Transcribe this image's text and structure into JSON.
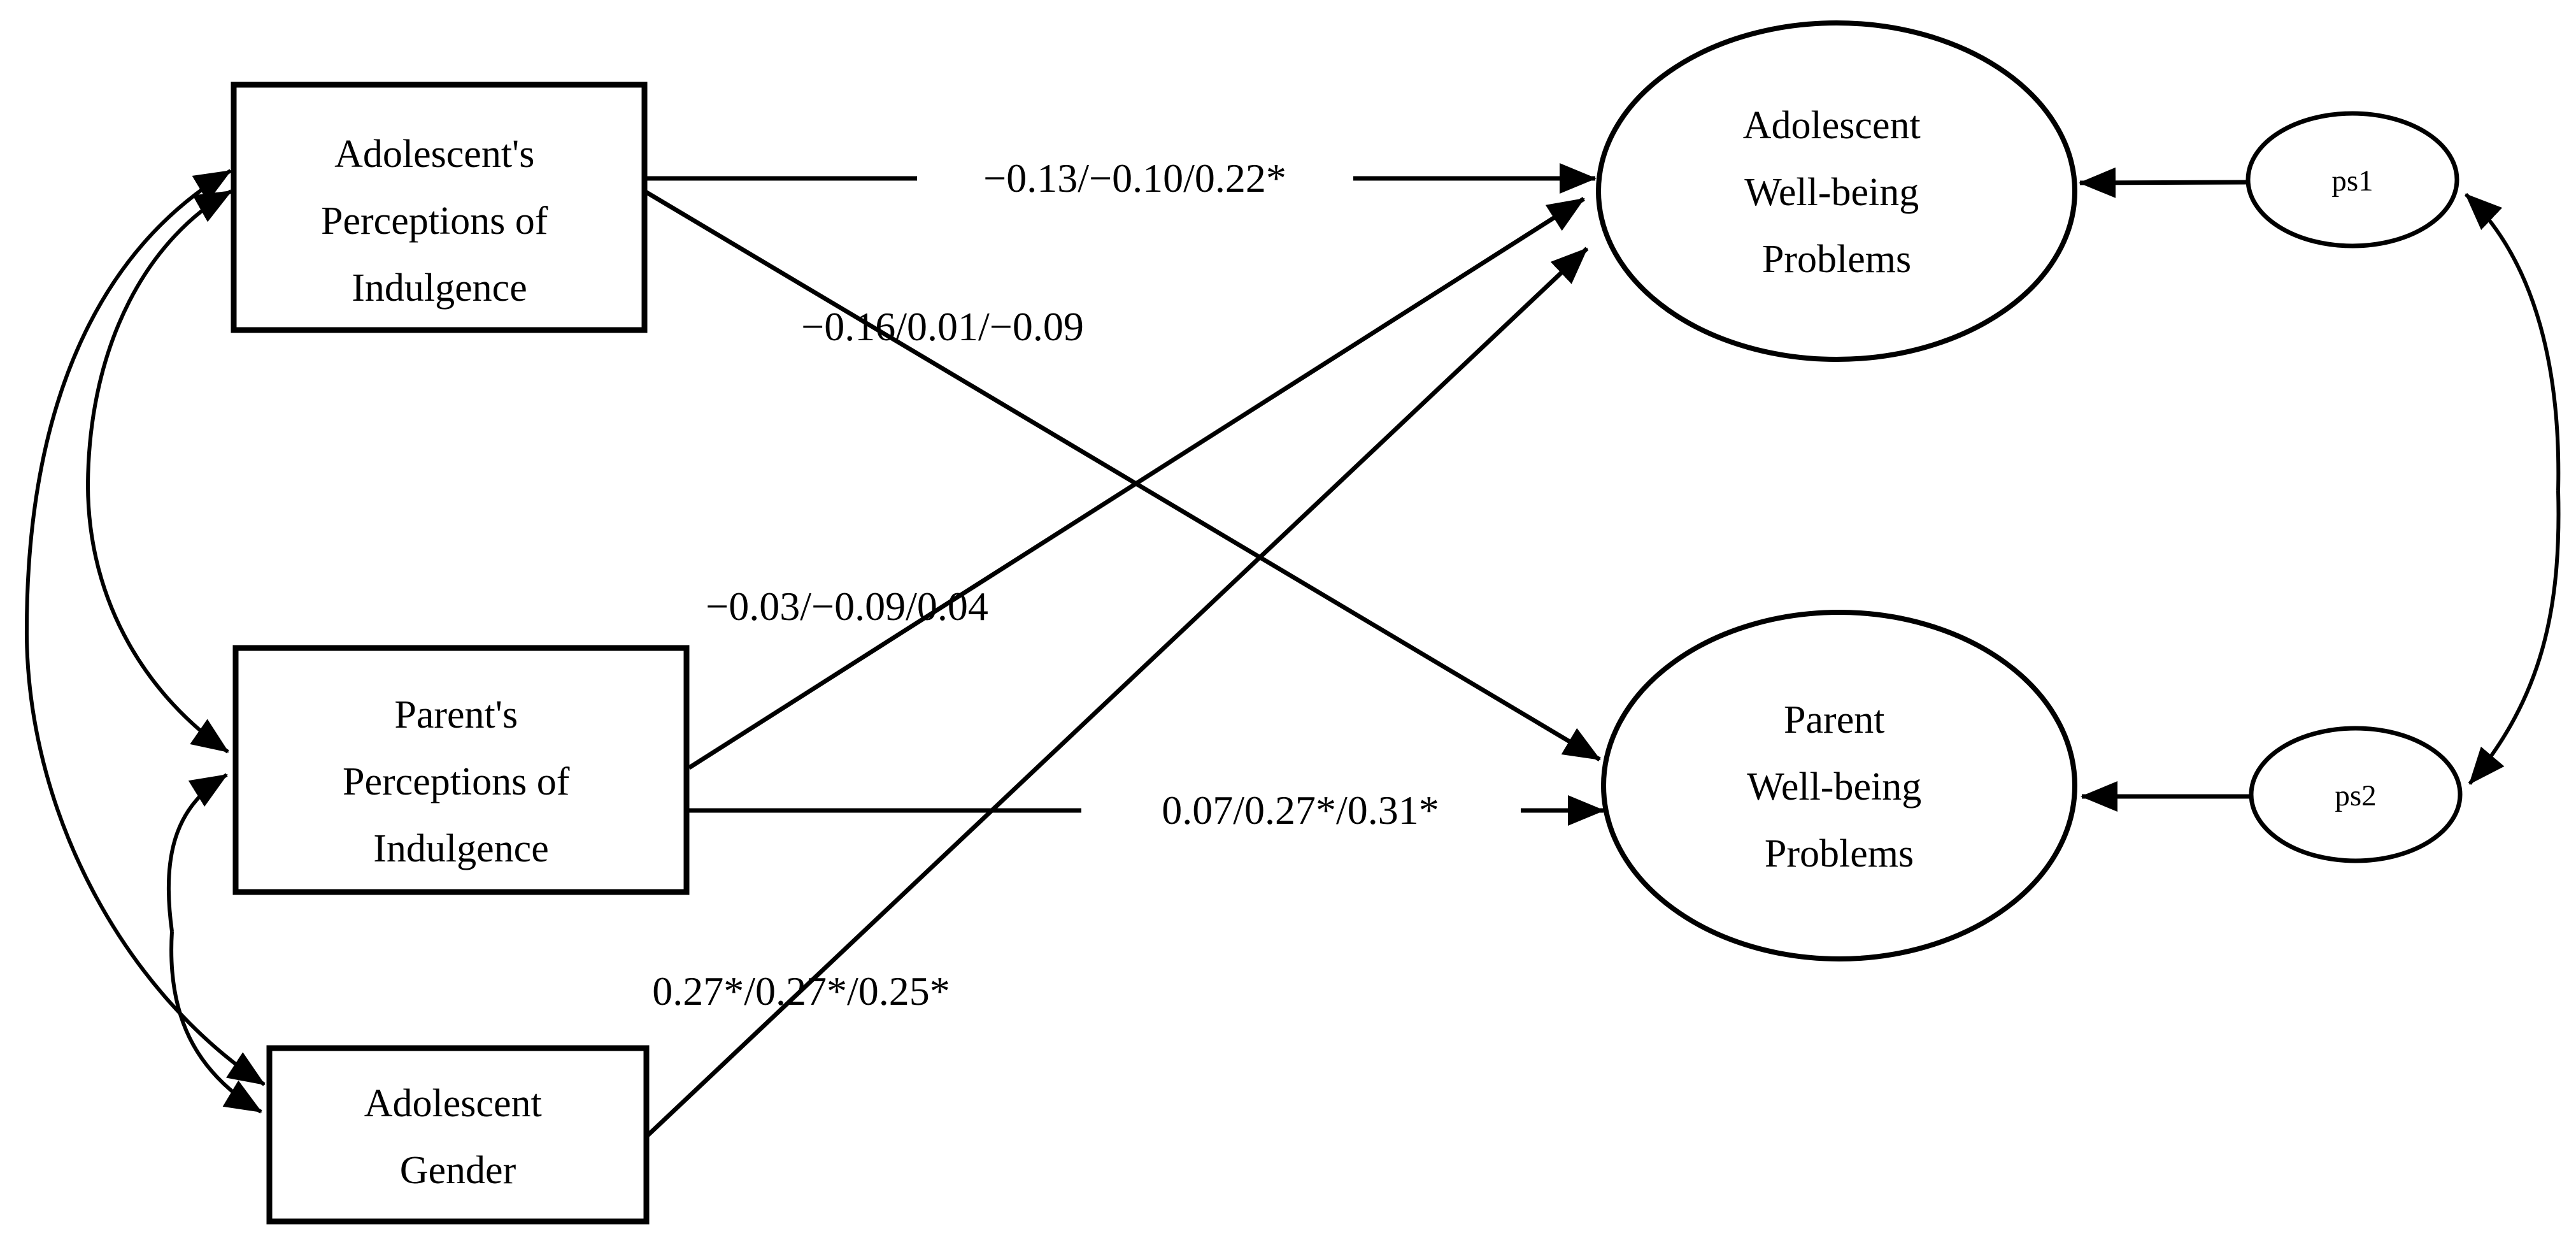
{
  "figure": {
    "type": "sem-path-diagram",
    "background_color": "#ffffff",
    "line_color": "#000000",
    "observed_variables": [
      {
        "id": "adolescent-perceptions-of-indulgence",
        "lines": [
          "Adolescent's",
          "Perceptions of",
          "Indulgence"
        ]
      },
      {
        "id": "parent-perceptions-of-indulgence",
        "lines": [
          "Parent's",
          "Perceptions of",
          "Indulgence"
        ]
      },
      {
        "id": "adolescent-gender",
        "lines": [
          "Adolescent",
          "Gender"
        ]
      }
    ],
    "latent_variables": [
      {
        "id": "adolescent-wellbeing-problems",
        "lines": [
          "Adolescent",
          "Well-being",
          "Problems"
        ]
      },
      {
        "id": "parent-wellbeing-problems",
        "lines": [
          "Parent",
          "Well-being",
          "Problems"
        ]
      }
    ],
    "residual_terms": [
      {
        "id": "ps1",
        "label": "ps1"
      },
      {
        "id": "ps2",
        "label": "ps2"
      }
    ],
    "structural_paths": [
      {
        "from": "adolescent-perceptions-of-indulgence",
        "to": "adolescent-wellbeing-problems",
        "label": "−0.13/−0.10/0.22*"
      },
      {
        "from": "adolescent-perceptions-of-indulgence",
        "to": "parent-wellbeing-problems",
        "label": "−0.16/0.01/−0.09"
      },
      {
        "from": "parent-perceptions-of-indulgence",
        "to": "adolescent-wellbeing-problems",
        "label": "−0.03/−0.09/0.04"
      },
      {
        "from": "parent-perceptions-of-indulgence",
        "to": "parent-wellbeing-problems",
        "label": "0.07/0.27*/0.31*"
      },
      {
        "from": "adolescent-gender",
        "to": "adolescent-wellbeing-problems",
        "label": "0.27*/0.27*/0.25*"
      }
    ],
    "covariances": [
      {
        "between": [
          "adolescent-perceptions-of-indulgence",
          "adolescent-gender"
        ]
      },
      {
        "between": [
          "adolescent-perceptions-of-indulgence",
          "parent-perceptions-of-indulgence"
        ]
      },
      {
        "between": [
          "parent-perceptions-of-indulgence",
          "adolescent-gender"
        ]
      },
      {
        "between": [
          "ps1",
          "ps2"
        ]
      }
    ]
  }
}
